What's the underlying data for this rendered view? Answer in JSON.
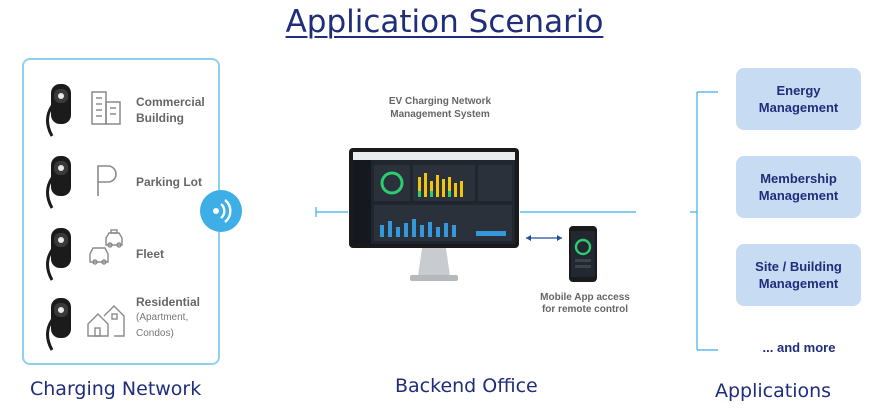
{
  "title": "Application Scenario",
  "charging_network": {
    "label": "Charging Network",
    "locations": [
      {
        "name": "Commercial Building",
        "line1": "Commercial",
        "line2": "Building",
        "icon": "building-icon"
      },
      {
        "name": "Parking Lot",
        "line1": "Parking Lot",
        "icon": "parking-icon"
      },
      {
        "name": "Fleet",
        "line1": "Fleet",
        "icon": "fleet-cars-icon"
      },
      {
        "name": "Residential",
        "line1": "Residential",
        "sub1": "(Apartment,",
        "sub2": "Condos)",
        "icon": "houses-icon"
      }
    ]
  },
  "backend": {
    "label": "Backend Office",
    "system_title_1": "EV Charging Network",
    "system_title_2": "Management System",
    "mobile_label_1": "Mobile App access",
    "mobile_label_2": "for remote control"
  },
  "applications": {
    "label": "Applications",
    "items": [
      {
        "line1": "Energy",
        "line2": "Management"
      },
      {
        "line1": "Membership",
        "line2": "Management"
      },
      {
        "line1": "Site / Building",
        "line2": "Management"
      }
    ],
    "more": "... and more"
  },
  "colors": {
    "title": "#1f2d7a",
    "panel_border": "#8fd0ec",
    "wifi": "#3daee6",
    "app_box": "#c7dcf3",
    "connector": "#3daee6"
  }
}
